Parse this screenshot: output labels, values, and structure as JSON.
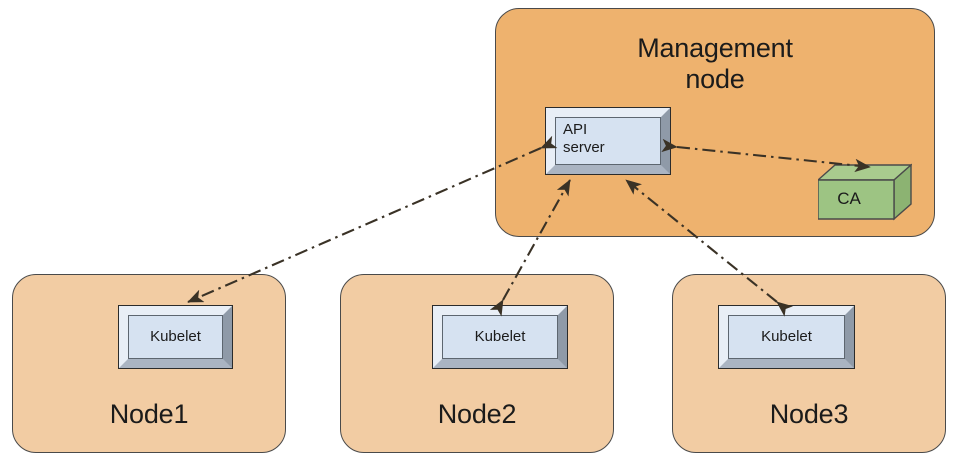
{
  "diagram": {
    "title_hidden": "",
    "type": "architecture-diagram",
    "colors": {
      "management_zone_fill": "#eeb26e",
      "node_zone_fill": "#f2cca3",
      "zone_stroke": "#4a4a4a",
      "component_fill": "#d6e2f1",
      "component_bevel_light": "#e8eef6",
      "component_bevel_dark": "#8f9aa8",
      "ca_top_fill": "#a7c98c",
      "ca_front_fill": "#9dc483",
      "ca_side_fill": "#8cb372",
      "connector_stroke": "#3a3226",
      "text": "#1b1b1b"
    }
  },
  "management": {
    "label": "Management\nnode",
    "api_server": {
      "label": "API\nserver"
    },
    "ca": {
      "label": "CA"
    }
  },
  "nodes": [
    {
      "label": "Node1",
      "component": {
        "label": "Kubelet"
      }
    },
    {
      "label": "Node2",
      "component": {
        "label": "Kubelet"
      }
    },
    {
      "label": "Node3",
      "component": {
        "label": "Kubelet"
      }
    }
  ],
  "connections": [
    {
      "from": "api-server",
      "to": "node1-kubelet",
      "style": "dash-dot",
      "direction": "bidirectional"
    },
    {
      "from": "node2-kubelet",
      "to": "api-server",
      "style": "dash-dot",
      "direction": "bidirectional"
    },
    {
      "from": "node3-kubelet",
      "to": "api-server",
      "style": "dash-dot",
      "direction": "bidirectional"
    },
    {
      "from": "api-server",
      "to": "ca",
      "style": "dash-dot",
      "direction": "bidirectional"
    }
  ]
}
